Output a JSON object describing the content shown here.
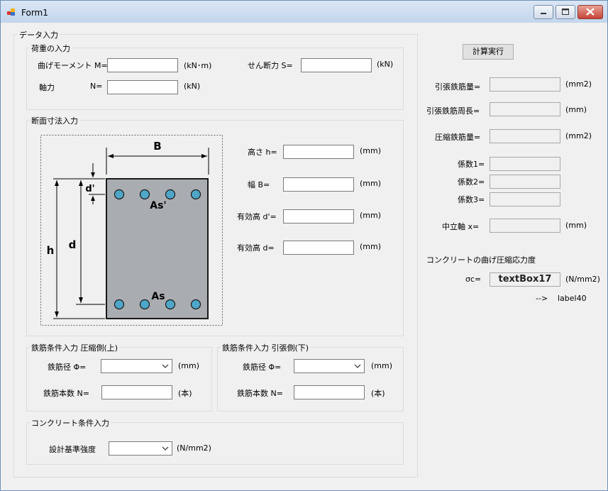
{
  "window": {
    "title": "Form1"
  },
  "data_input": {
    "group_label": "データ入力",
    "load": {
      "group_label": "荷重の入力",
      "moment_label": "曲げモーメント  M=",
      "moment_unit": "(kN･m)",
      "shear_label": "せん断力  S=",
      "shear_unit": "(kN)",
      "axial_label": "軸力",
      "axial_n_label": "N=",
      "axial_unit": "(kN)"
    },
    "section": {
      "group_label": "断面寸法入力",
      "height_label": "高さ  h=",
      "width_label": "幅      B=",
      "eff_dprime_label": "有効高  d'=",
      "eff_d_label": "有効高  d=",
      "unit": "(mm)",
      "diagram": {
        "b": "B",
        "h": "h",
        "d": "d",
        "dprime": "d'",
        "as": "As",
        "asprime": "As'"
      }
    },
    "rebar_comp": {
      "group_label": "鉄筋条件入力  圧縮側(上)",
      "dia_label": "鉄筋径   Φ=",
      "dia_unit": "(mm)",
      "count_label": "鉄筋本数  N=",
      "count_unit": "(本)"
    },
    "rebar_tens": {
      "group_label": "鉄筋条件入力  引張側(下)",
      "dia_label": "鉄筋径   Φ=",
      "dia_unit": "(mm)",
      "count_label": "鉄筋本数  N=",
      "count_unit": "(本)"
    },
    "concrete": {
      "group_label": "コンクリート条件入力",
      "strength_label": "設計基準強度",
      "strength_unit": "(N/mm2)"
    }
  },
  "results": {
    "calc_button": "計算実行",
    "tension_area_label": "引張鉄筋量=",
    "tension_area_unit": "(mm2)",
    "tension_perim_label": "引張鉄筋周長=",
    "tension_perim_unit": "(mm)",
    "comp_area_label": "圧縮鉄筋量=",
    "comp_area_unit": "(mm2)",
    "coef1_label": "係数1=",
    "coef2_label": "係数2=",
    "coef3_label": "係数3=",
    "neutral_label": "中立軸  x=",
    "neutral_unit": "(mm)",
    "stress_title": "コンクリートの曲げ圧縮応力度",
    "sigma_label": "σc=",
    "sigma_value": "textBox17",
    "sigma_unit": "(N/mm2)",
    "arrow_text": "-->",
    "label40": "label40"
  }
}
